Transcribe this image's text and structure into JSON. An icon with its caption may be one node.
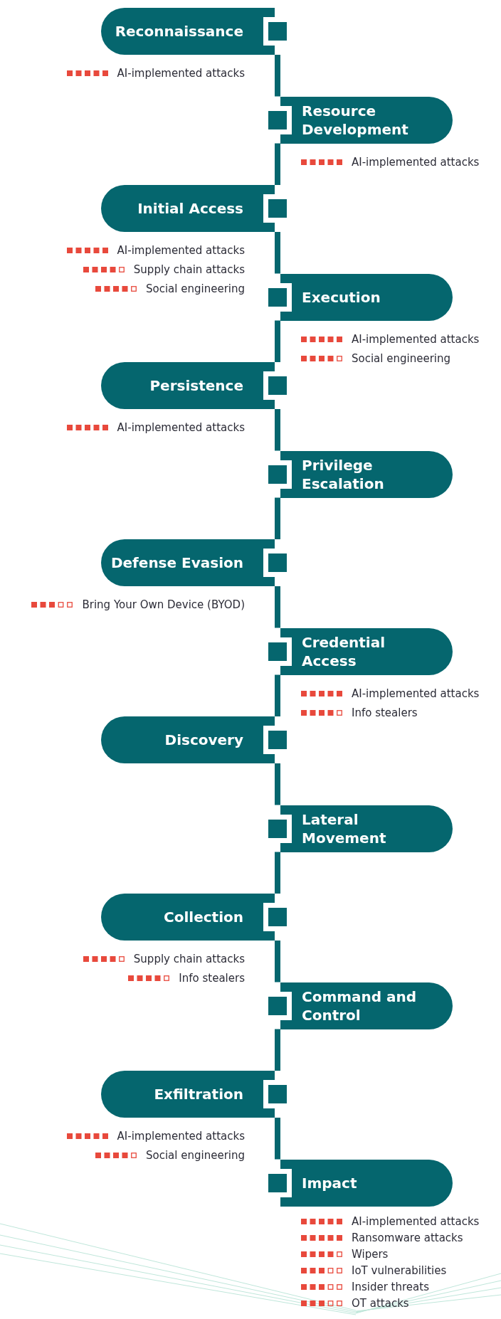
{
  "diagram": {
    "nodes": [
      {
        "text": [
          "Reconnaissance"
        ],
        "beside": [
          "AI-implemented attacks"
        ]
      },
      {
        "text": [
          "Resource Development"
        ],
        "beside": [
          "AI-implemented attacks"
        ]
      },
      {
        "text": [
          "Initial Access"
        ],
        "beside": [
          "AI-implemented attacks",
          "Supply chain attacks",
          "Social engineering"
        ]
      },
      {
        "text": [
          "Execution"
        ],
        "beside": [
          "AI-implemented attacks",
          "Social engineering"
        ]
      },
      {
        "text": [
          "Persistence"
        ],
        "beside": [
          "AI-implemented attacks"
        ]
      },
      {
        "text": [
          "Privilege Escalation"
        ]
      },
      {
        "text": [
          "Defense Evasion"
        ],
        "beside": [
          "Bring Your Own Device (BYOD)"
        ]
      },
      {
        "text": [
          "Credential Access"
        ],
        "beside": [
          "AI-implemented attacks",
          "Info stealers"
        ]
      },
      {
        "text": [
          "Discovery"
        ]
      },
      {
        "text": [
          "Lateral Movement"
        ]
      },
      {
        "text": [
          "Collection"
        ],
        "beside": [
          "Supply chain attacks",
          "Info stealers"
        ]
      },
      {
        "text": [
          "Command and Control"
        ]
      },
      {
        "text": [
          "Exfiltration"
        ],
        "beside": [
          "AI-implemented attacks",
          "Social engineering"
        ]
      },
      {
        "text": [
          "Impact"
        ],
        "beside": [
          "AI-implemented attacks",
          "Ransomware attacks",
          "Wipers",
          "IoT vulnerabilities",
          "Insider threats",
          "OT attacks"
        ]
      }
    ],
    "edges": [
      {
        "from": 0,
        "to": 1,
        "arrow": "none"
      },
      {
        "from": 1,
        "to": 2,
        "arrow": "none"
      },
      {
        "from": 2,
        "to": 3,
        "arrow": "none"
      },
      {
        "from": 3,
        "to": 4,
        "arrow": "none"
      },
      {
        "from": 4,
        "to": 5,
        "arrow": "none"
      },
      {
        "from": 5,
        "to": 6,
        "arrow": "none"
      },
      {
        "from": 6,
        "to": 7,
        "arrow": "none"
      },
      {
        "from": 7,
        "to": 8,
        "arrow": "none"
      },
      {
        "from": 8,
        "to": 9,
        "arrow": "none"
      },
      {
        "from": 9,
        "to": 10,
        "arrow": "none"
      },
      {
        "from": 10,
        "to": 11,
        "arrow": "none"
      },
      {
        "from": 11,
        "to": 12,
        "arrow": "none"
      },
      {
        "from": 12,
        "to": 13,
        "arrow": "none"
      }
    ]
  }
}
